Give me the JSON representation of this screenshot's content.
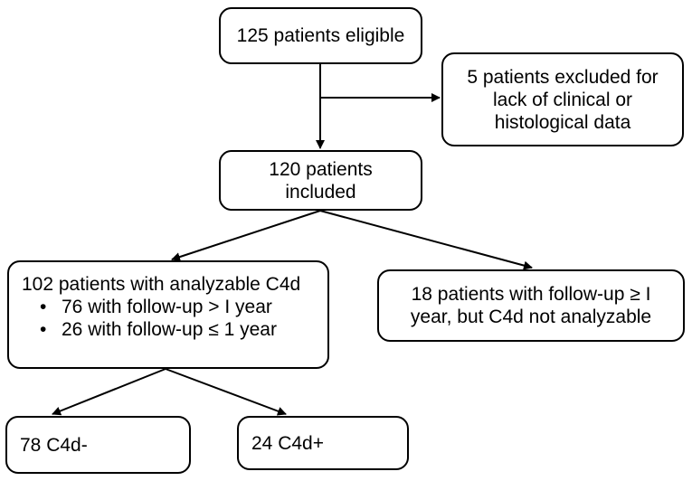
{
  "boxes": {
    "eligible": {
      "lines": [
        "125 patients eligible"
      ]
    },
    "excluded": {
      "lines": [
        "5 patients excluded for",
        "lack of clinical or",
        "histological data"
      ]
    },
    "included": {
      "lines": [
        "120 patients",
        "included"
      ]
    },
    "analyzable": {
      "heading": "102 patients with analyzable C4d",
      "bullets": [
        "76 with follow-up > I year",
        "26 with follow-up ≤ 1 year"
      ]
    },
    "not_analyzable": {
      "lines": [
        "18 patients with follow-up ≥ I",
        "year, but C4d not analyzable"
      ]
    },
    "c4d_negative": {
      "lines": [
        "78 C4d-"
      ]
    },
    "c4d_positive": {
      "lines": [
        "24 C4d+"
      ]
    }
  }
}
